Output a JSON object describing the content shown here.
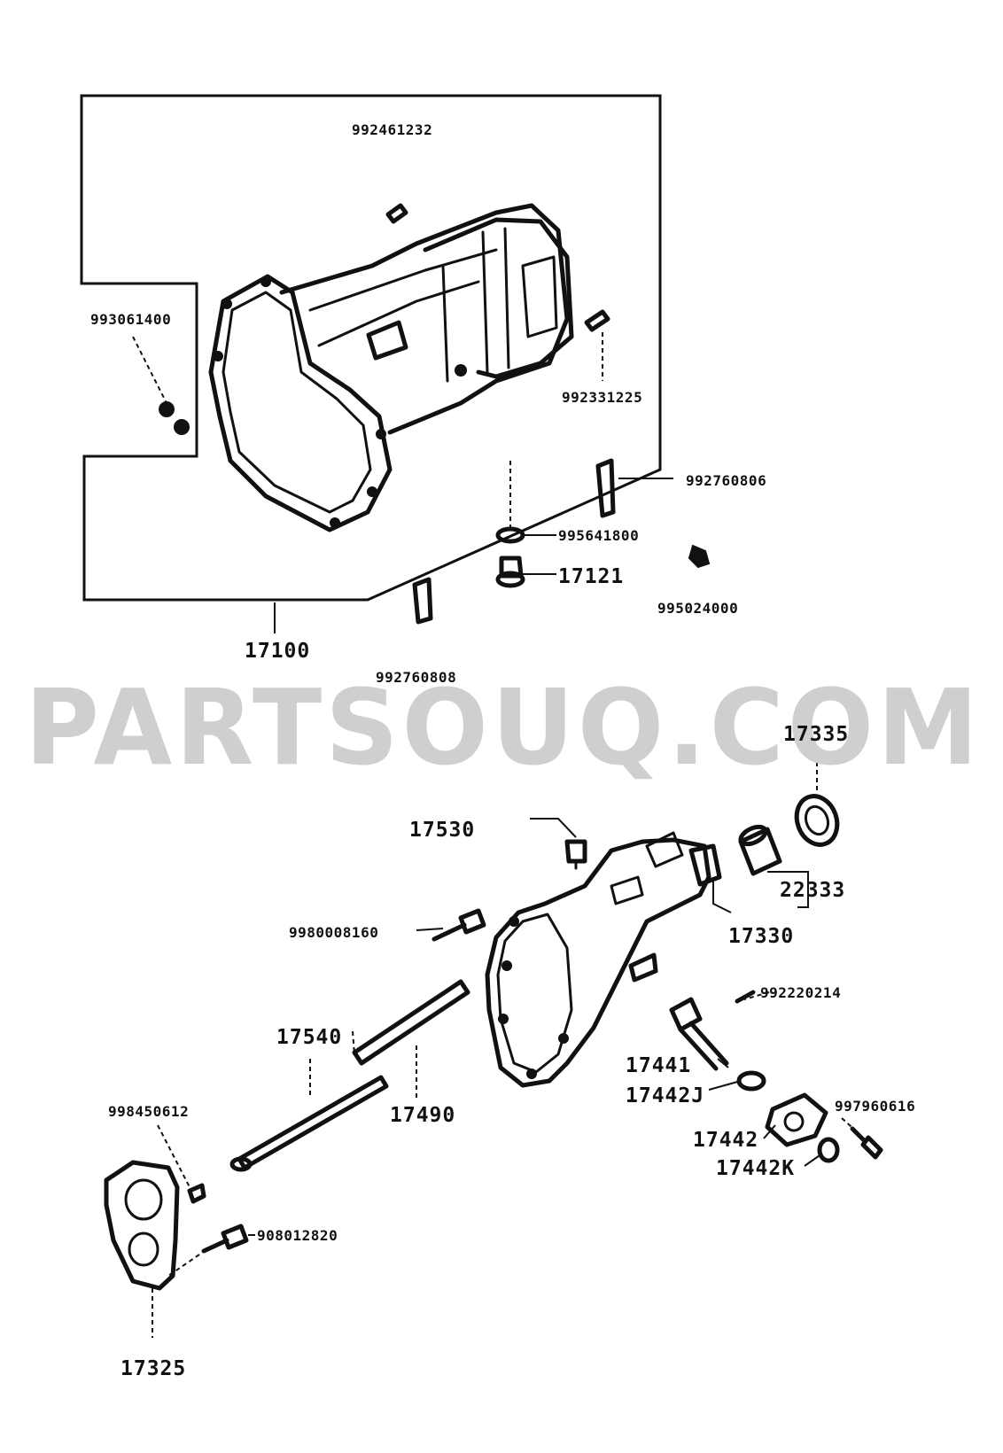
{
  "watermark": "PARTSOUQ.COM",
  "part_numbers": {
    "p992461232": "992461232",
    "p993061400": "993061400",
    "p992331225": "992331225",
    "p992760806": "992760806",
    "p995641800": "995641800",
    "p17121": "17121",
    "p995024000": "995024000",
    "p17100": "17100",
    "p992760808": "992760808",
    "p17335": "17335",
    "p17530": "17530",
    "p22333": "22333",
    "p9980008160": "9980008160",
    "p17330": "17330",
    "p992220214": "992220214",
    "p17540": "17540",
    "p17441": "17441",
    "p17442J": "17442J",
    "p17490": "17490",
    "p998450612": "998450612",
    "p997960616": "997960616",
    "p17442": "17442",
    "p17442K": "17442K",
    "p908012820": "908012820",
    "p17325": "17325"
  }
}
